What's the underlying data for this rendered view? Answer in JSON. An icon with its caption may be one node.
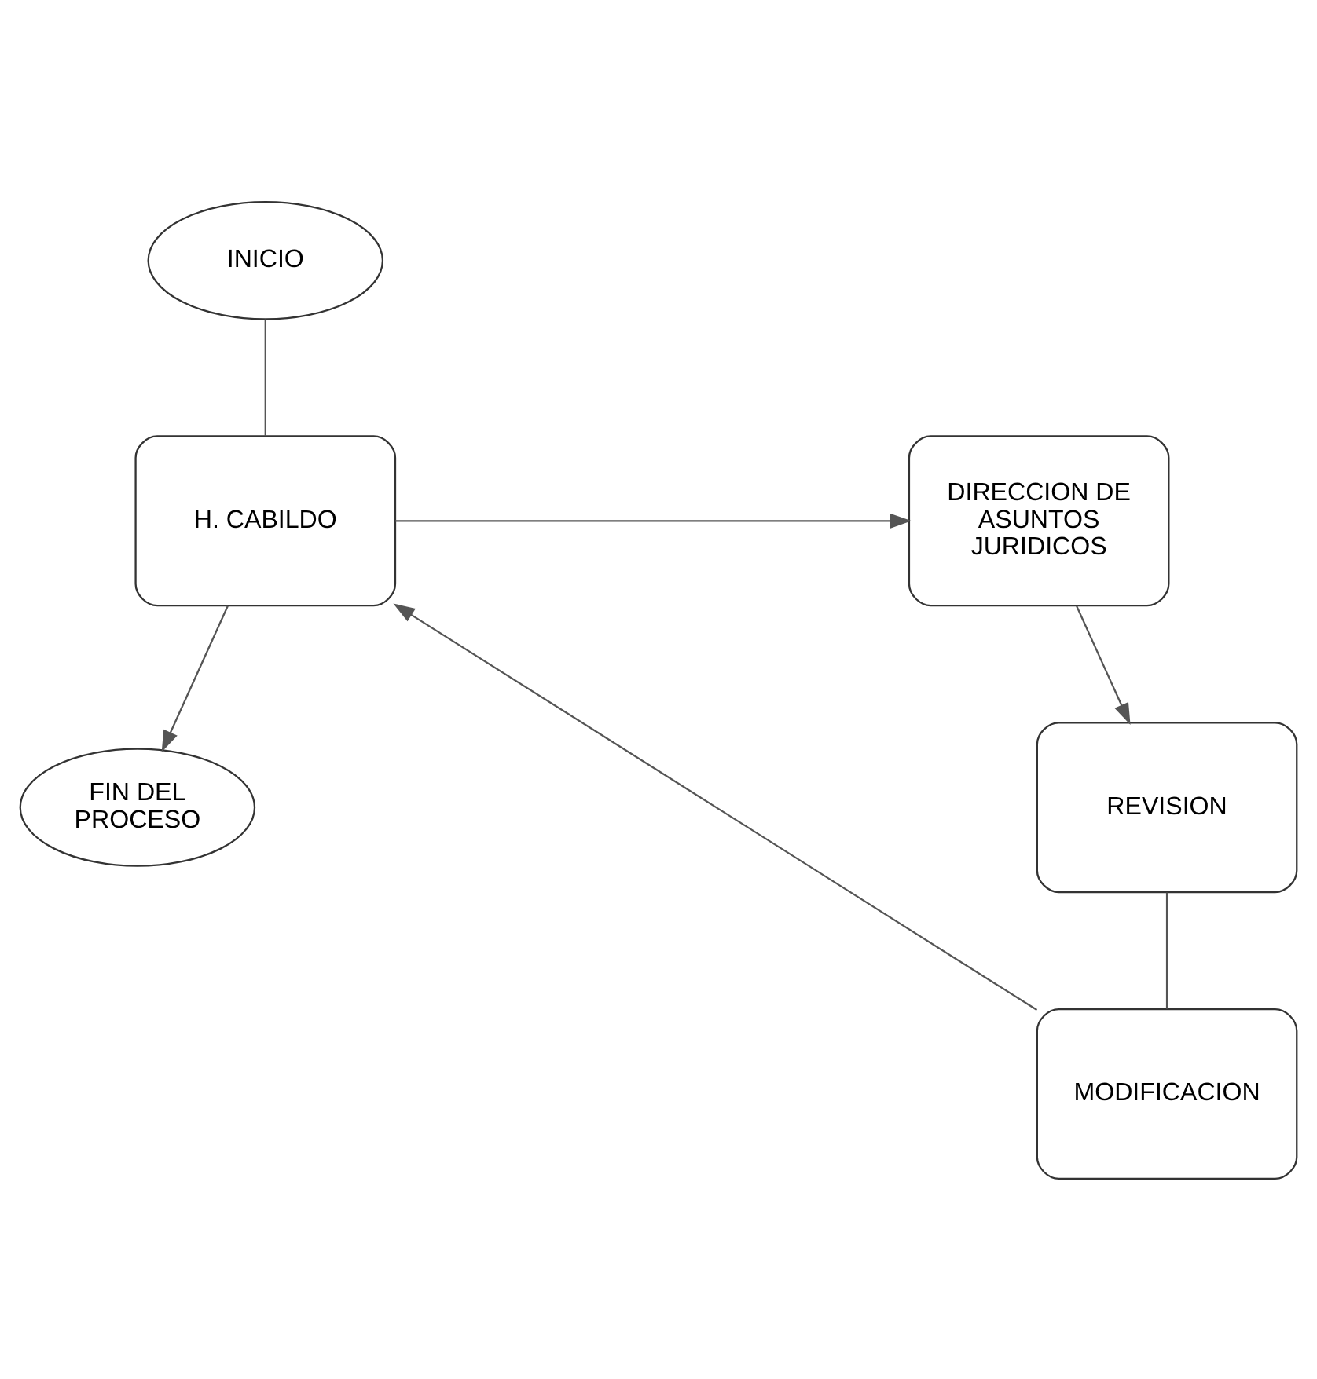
{
  "diagram": {
    "nodes": [
      {
        "text": [
          "INICIO"
        ]
      },
      {
        "text": [
          "H. CABILDO"
        ]
      },
      {
        "text": [
          "DIRECCION DE ASUNTOS JURIDICOS"
        ]
      },
      {
        "text": [
          "FIN DEL PROCESO"
        ]
      },
      {
        "text": [
          "REVISION"
        ]
      },
      {
        "text": [
          "MODIFICACION"
        ]
      }
    ],
    "edges": [
      {
        "from": 0,
        "to": 1,
        "arrow": "none"
      },
      {
        "from": 1,
        "to": 2,
        "arrow": "to"
      },
      {
        "from": 2,
        "to": 4,
        "arrow": "to"
      },
      {
        "from": 4,
        "to": 5,
        "arrow": "none"
      },
      {
        "from": 5,
        "to": 1,
        "arrow": "to"
      },
      {
        "from": 1,
        "to": 3,
        "arrow": "to"
      }
    ]
  }
}
